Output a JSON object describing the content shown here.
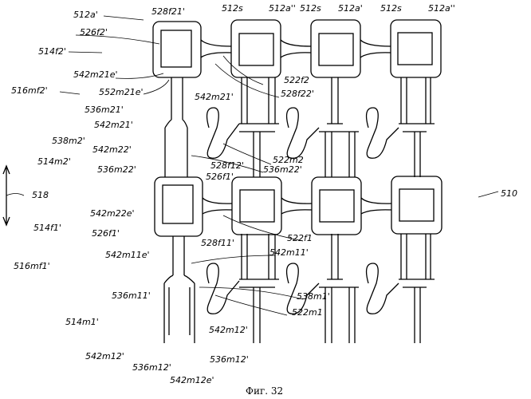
{
  "figure": {
    "caption": "Фиг. 32",
    "reference": "510",
    "direction": "518"
  },
  "labels": [
    "512a'",
    "528f21'",
    "512s",
    "512a''",
    "512s",
    "512a'",
    "512s",
    "512a''",
    "526f2'",
    "514f2'",
    "542m21e'",
    "516mf2'",
    "552m21e'",
    "542m21'",
    "536m21'",
    "542m21'",
    "538m2'",
    "542m22'",
    "514m2'",
    "536m22'",
    "528f12'",
    "526f1'",
    "522f2",
    "528f22'",
    "522m2",
    "536m22'",
    "542m22e'",
    "514f1'",
    "526f1'",
    "528f11'",
    "542m11e'",
    "516mf1'",
    "522f1",
    "542m11'",
    "536m11'",
    "538m1'",
    "522m1",
    "514m1'",
    "542m12'",
    "542m12'",
    "536m12'",
    "536m12'",
    "542m12e'"
  ]
}
